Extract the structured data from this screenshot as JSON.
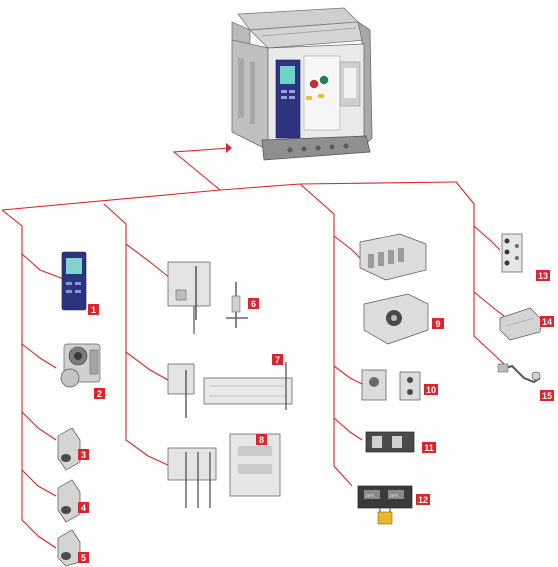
{
  "colors": {
    "connector": "#d9252b",
    "badge": "#d9252b",
    "part_grey": "#d8d8d8",
    "part_dark": "#3a3a3a",
    "trip_unit_blue": "#2c3480"
  },
  "diagram": {
    "main_unit": "air-circuit-breaker",
    "accessories": [
      {
        "number": "1",
        "icon": "trip-unit-icon"
      },
      {
        "number": "2",
        "icon": "motor-operator-icon"
      },
      {
        "number": "3",
        "icon": "release-coil-icon"
      },
      {
        "number": "4",
        "icon": "release-coil-icon"
      },
      {
        "number": "5",
        "icon": "release-coil-icon"
      },
      {
        "number": "6",
        "icon": "mechanical-interlock-icon"
      },
      {
        "number": "7",
        "icon": "cable-interlock-icon"
      },
      {
        "number": "8",
        "icon": "three-way-interlock-icon"
      },
      {
        "number": "9",
        "icon": "auxiliary-contact-block-icon"
      },
      {
        "number": "10",
        "icon": "position-switch-icon"
      },
      {
        "number": "11",
        "icon": "key-lock-icon"
      },
      {
        "number": "12",
        "icon": "padlock-icon"
      },
      {
        "number": "13",
        "icon": "terminal-plate-icon"
      },
      {
        "number": "14",
        "icon": "door-frame-icon"
      },
      {
        "number": "15",
        "icon": "lifting-hook-icon"
      }
    ],
    "padlock_labels": {
      "left": "OFF",
      "right": "OFF"
    }
  }
}
